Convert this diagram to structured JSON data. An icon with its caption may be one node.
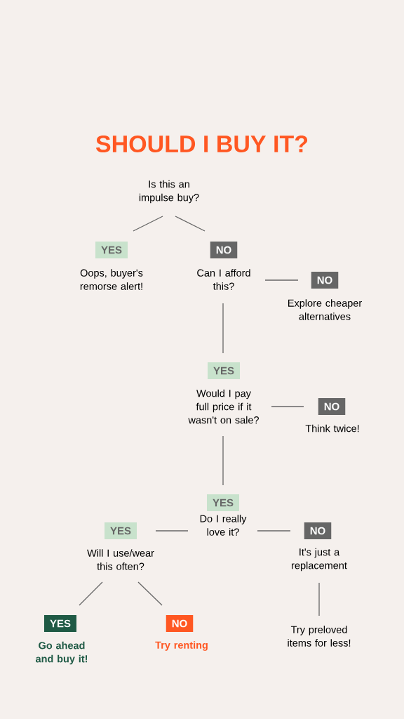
{
  "diagram": {
    "title": "SHOULD I BUY IT?",
    "nodes": [
      {
        "text": [
          "Is this an impulse buy?"
        ]
      },
      {
        "text": [
          "YES",
          "Oops, buyer's remorse alert!"
        ]
      },
      {
        "text": [
          "NO",
          "Can I afford this?"
        ]
      },
      {
        "text": [
          "NO",
          "Explore cheaper alternatives"
        ]
      },
      {
        "text": [
          "YES",
          "Would I pay full price if it wasn't on sale?"
        ]
      },
      {
        "text": [
          "NO",
          "Think twice!"
        ]
      },
      {
        "text": [
          "YES",
          "Do I really love it?"
        ]
      },
      {
        "text": [
          "YES",
          "Will I use/wear this often?"
        ]
      },
      {
        "text": [
          "NO",
          "It's just a replacement"
        ]
      },
      {
        "text": [
          "YES",
          "Go ahead and buy it!"
        ]
      },
      {
        "text": [
          "NO",
          "Try renting"
        ]
      },
      {
        "text": [
          "Try preloved items for less!"
        ]
      }
    ],
    "edges": [
      {
        "from": 0,
        "to": 1,
        "arrow": "none"
      },
      {
        "from": 0,
        "to": 2,
        "arrow": "none"
      },
      {
        "from": 2,
        "to": 3,
        "arrow": "none"
      },
      {
        "from": 2,
        "to": 4,
        "arrow": "none"
      },
      {
        "from": 4,
        "to": 5,
        "arrow": "none"
      },
      {
        "from": 4,
        "to": 6,
        "arrow": "none"
      },
      {
        "from": 6,
        "to": 7,
        "arrow": "none"
      },
      {
        "from": 6,
        "to": 8,
        "arrow": "none"
      },
      {
        "from": 7,
        "to": 9,
        "arrow": "none"
      },
      {
        "from": 7,
        "to": 10,
        "arrow": "none"
      },
      {
        "from": 8,
        "to": 11,
        "arrow": "none"
      }
    ]
  }
}
